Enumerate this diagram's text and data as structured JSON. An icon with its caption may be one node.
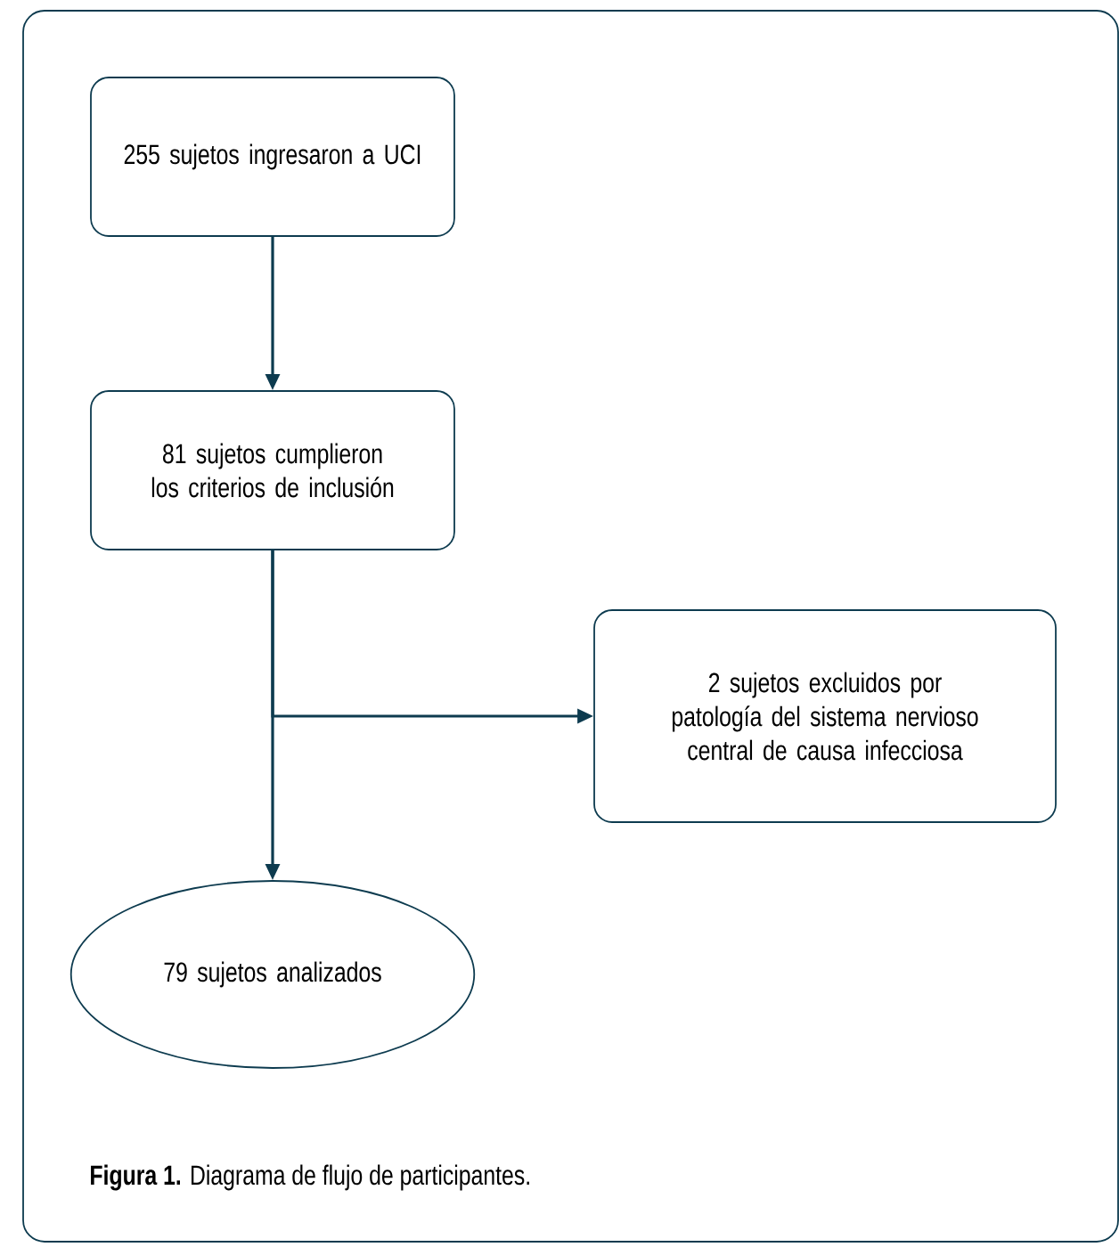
{
  "diagram": {
    "caption": "**Figura 1.** Diagrama de flujo de participantes.",
    "nodes": [
      {
        "text": [
          "255 sujetos ingresaron a UCI"
        ]
      },
      {
        "text": [
          "81 sujetos cumplieron los criterios de inclusión"
        ]
      },
      {
        "text": [
          "2 sujetos excluidos por patología del sistema nervioso central de causa infecciosa"
        ]
      },
      {
        "text": [
          "79 sujetos analizados"
        ]
      }
    ],
    "edges": [
      {
        "from": 0,
        "to": 1,
        "arrow": "to"
      },
      {
        "from": 1,
        "to": 3,
        "arrow": "to"
      },
      {
        "from": 1,
        "to": 2,
        "arrow": "to"
      }
    ]
  }
}
